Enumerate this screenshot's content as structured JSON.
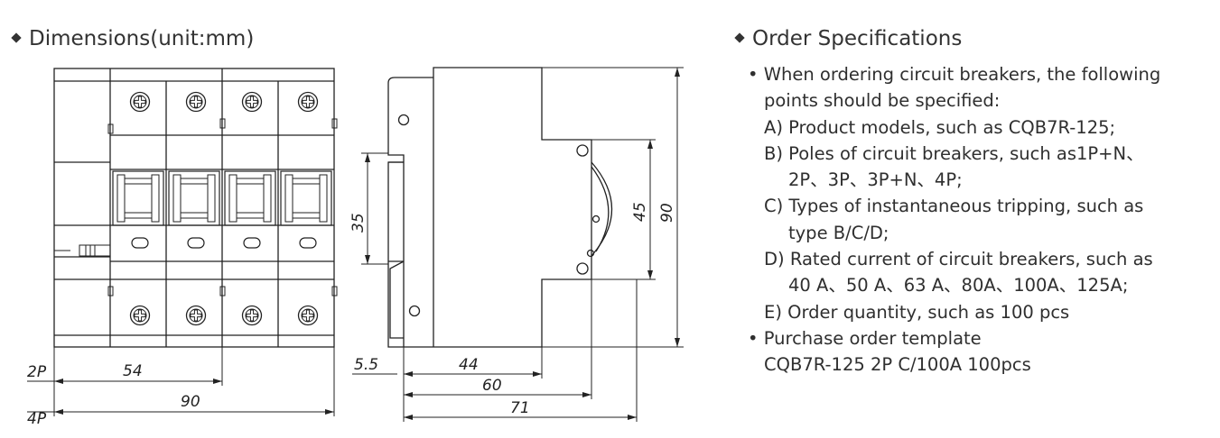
{
  "dimensions": {
    "title": "Dimensions(unit:mm)",
    "labels": {
      "pole_2p": "2P",
      "pole_4p": "4P",
      "width_2p": "54",
      "width_4p": "90",
      "rail_height": "35",
      "inner_height": "45",
      "total_height": "90",
      "offset": "5.5",
      "depth_44": "44",
      "depth_60": "60",
      "depth_71": "71"
    }
  },
  "order": {
    "title": "Order Specifications",
    "lines": [
      "• When ordering circuit breakers, the following",
      "points should be specified:",
      "A) Product models, such as CQB7R-125;",
      "B) Poles of circuit breakers, such as1P+N、",
      "2P、3P、3P+N、4P;",
      "C) Types of instantaneous tripping, such as",
      "type B/C/D;",
      "D) Rated current of circuit breakers, such as",
      "40 A、50 A、63 A、80A、100A、125A;",
      "E) Order quantity, such as 100 pcs",
      "• Purchase order template",
      "CQB7R-125   2P  C/100A  100pcs"
    ]
  }
}
